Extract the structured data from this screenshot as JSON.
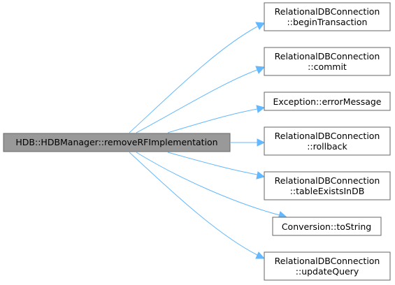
{
  "diagram": {
    "source": {
      "label": "HDB::HDBManager::removeRFImplementation"
    },
    "targets": [
      {
        "line1": "RelationalDBConnection",
        "line2": "::beginTransaction"
      },
      {
        "line1": "RelationalDBConnection",
        "line2": "::commit"
      },
      {
        "line1": "Exception::errorMessage",
        "line2": ""
      },
      {
        "line1": "RelationalDBConnection",
        "line2": "::rollback"
      },
      {
        "line1": "RelationalDBConnection",
        "line2": "::tableExistsInDB"
      },
      {
        "line1": "Conversion::toString",
        "line2": ""
      },
      {
        "line1": "RelationalDBConnection",
        "line2": "::updateQuery"
      }
    ],
    "colors": {
      "source_fill": "#999999",
      "node_border": "#666666",
      "edge": "#63b8ff"
    }
  }
}
